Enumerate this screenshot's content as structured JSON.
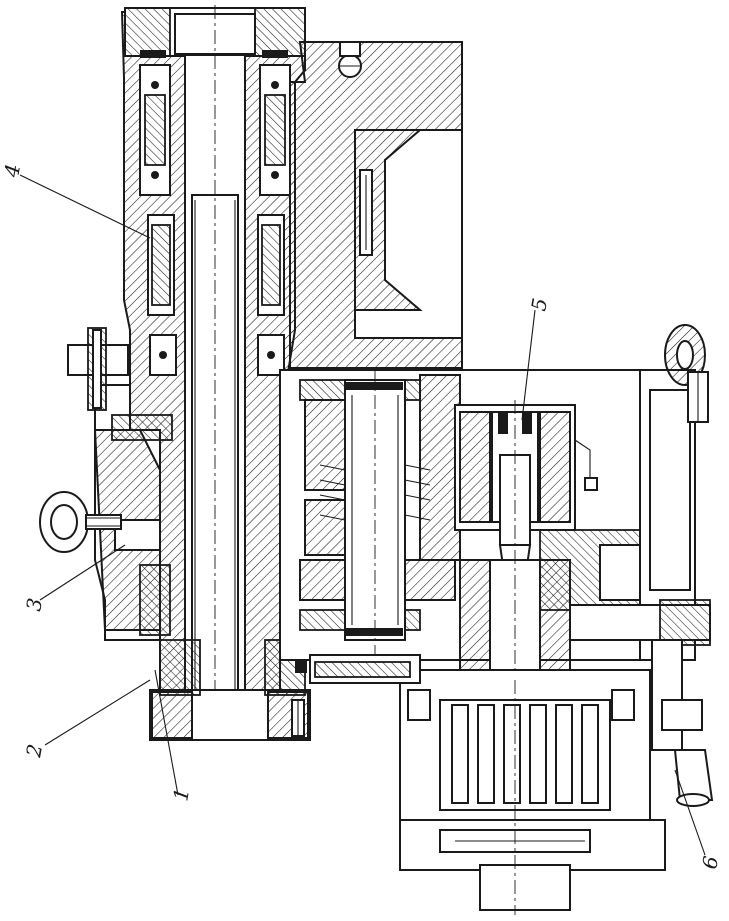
{
  "callouts": [
    {
      "id": "1",
      "label": "1"
    },
    {
      "id": "2",
      "label": "2"
    },
    {
      "id": "3",
      "label": "3"
    },
    {
      "id": "4",
      "label": "4"
    },
    {
      "id": "5",
      "label": "5"
    },
    {
      "id": "6",
      "label": "6"
    }
  ],
  "colors": {
    "ink": "#1a1a1a",
    "paper": "#ffffff"
  }
}
